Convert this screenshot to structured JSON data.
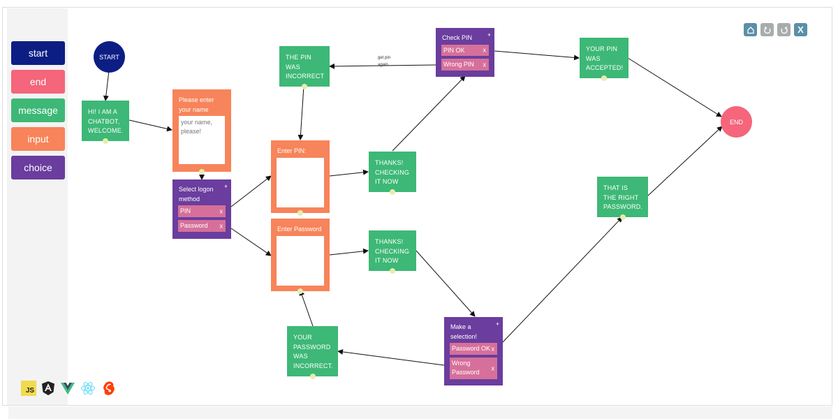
{
  "palette": [
    {
      "label": "start",
      "color": "#0c1e84"
    },
    {
      "label": "end",
      "color": "#f5657b"
    },
    {
      "label": "message",
      "color": "#3db876"
    },
    {
      "label": "input",
      "color": "#f7845a"
    },
    {
      "label": "choice",
      "color": "#6a3d9e"
    }
  ],
  "controls": {
    "home_icon": "home-icon",
    "undo_icon": "undo-icon",
    "redo_icon": "redo-icon",
    "close_label": "X",
    "colors": {
      "home": "#5b8fa8",
      "undo": "#a8acad",
      "redo": "#a8acad",
      "close": "#5b8fa8"
    }
  },
  "nodes": {
    "start": "START",
    "end": "END",
    "welcome": "HI! I AM A CHATBOT, WELCOME.",
    "name_input": {
      "title": "Please enter your name",
      "placeholder": "your name, please!"
    },
    "logon_choice": {
      "title": "Select logon method",
      "options": [
        "PIN",
        "Password"
      ]
    },
    "pin_input": {
      "title": "Enter PIN:"
    },
    "password_input": {
      "title": "Enter Password"
    },
    "pin_incorrect": "THE PIN WAS INCORRECT",
    "checking_pin": "THANKS! CHECKING IT NOW",
    "checking_password": "THANKS! CHECKING IT NOW",
    "check_pin_choice": {
      "title": "Check PIN",
      "options": [
        "PIN OK",
        "Wrong PIN"
      ]
    },
    "pin_accepted": "YOUR PIN WAS ACCEPTED!",
    "right_password": "THAT IS THE RIGHT PASSWORD.",
    "password_choice": {
      "title": "Make a selection!",
      "options": [
        "Password OK",
        "Wrong Password"
      ]
    },
    "password_incorrect": "YOUR PASSWORD WAS INCORRECT."
  },
  "edge_labels": {
    "get_pin_again": "get pin again"
  },
  "option_remove": "x",
  "add_option": "+",
  "frameworks": [
    "javascript-icon",
    "angular-icon",
    "vue-icon",
    "react-icon",
    "svelte-icon"
  ]
}
